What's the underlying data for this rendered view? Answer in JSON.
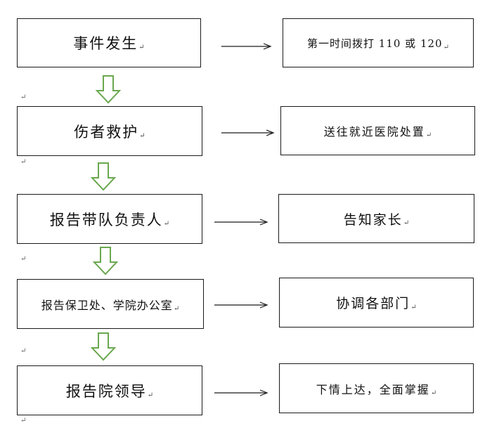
{
  "flow": {
    "steps": [
      {
        "left": "事件发生",
        "right": "第一时间拨打 110 或 120"
      },
      {
        "left": "伤者救护",
        "right": "送往就近医院处置"
      },
      {
        "left": "报告带队负责人",
        "right": "告知家长"
      },
      {
        "left": "报告保卫处、学院办公室",
        "right": "协调各部门"
      },
      {
        "left": "报告院领导",
        "right": "下情上达，全面掌握"
      }
    ]
  },
  "glyphs": {
    "return_mark": "↵"
  },
  "colors": {
    "arrow_green": "#6aa84f",
    "border": "#1a1a1a"
  }
}
